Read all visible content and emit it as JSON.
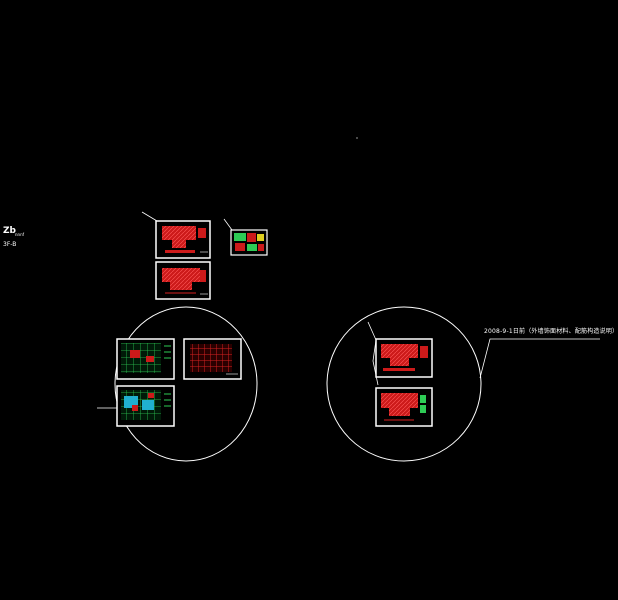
{
  "viewport": {
    "background": "#000000",
    "line_color": "#ffffff"
  },
  "colors": {
    "hatch_red": "#cc1a1a",
    "green_plan": "#2ecc55",
    "cyan_plan": "#20b0d0",
    "yellow_mark": "#e0d020"
  },
  "note_text": "2008-9-1日前（外墙饰面材料、配筋构造说明）",
  "left_tag": {
    "main": "Zb",
    "sub": "nnnf",
    "code": "3F-B"
  },
  "sheets": [
    {
      "id": "sheet-1",
      "style": "red"
    },
    {
      "id": "sheet-2",
      "style": "red"
    },
    {
      "id": "sheet-3",
      "style": "mixed"
    },
    {
      "id": "sheet-4",
      "style": "green"
    },
    {
      "id": "sheet-5",
      "style": "red-grid"
    },
    {
      "id": "sheet-6",
      "style": "cyan"
    },
    {
      "id": "sheet-7",
      "style": "red"
    },
    {
      "id": "sheet-8",
      "style": "red"
    }
  ]
}
